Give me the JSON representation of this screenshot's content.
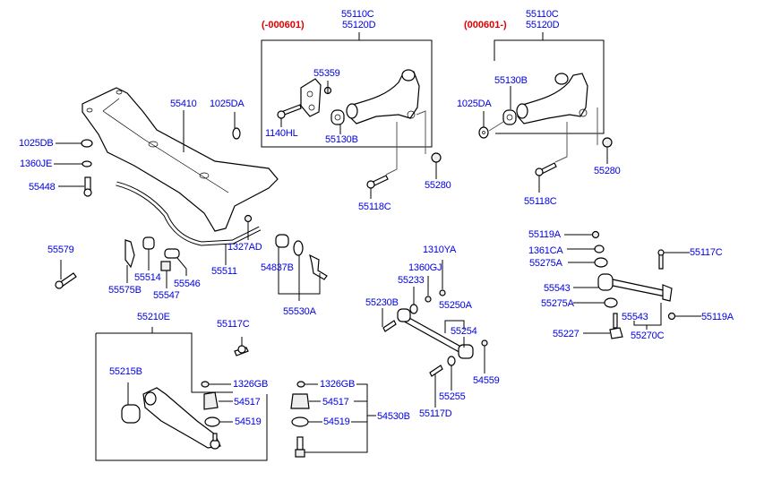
{
  "diagram": {
    "title": "Front suspension / crossmember parts diagram",
    "colors": {
      "part_number": "#0000e0",
      "date_range": "#e00000",
      "lines": "#000000"
    },
    "upper_arm_early": {
      "date_range": "(-000601)",
      "assembly": [
        "55110C",
        "55120D"
      ],
      "parts": {
        "nut": "55359",
        "bolt": "1140HL",
        "bushing": "55130B",
        "lower_bolt": "55118C",
        "lock_nut": "55280"
      }
    },
    "upper_arm_late": {
      "date_range": "(000601-)",
      "assembly": [
        "55110C",
        "55120D"
      ],
      "parts": {
        "bushing": "55130B",
        "washer": "1025DA",
        "lower_bolt": "55118C",
        "lock_nut": "55280"
      }
    },
    "crossmember": {
      "main": "55410",
      "washer_top": "1025DA",
      "washer": "1025DB",
      "washer_small": "1360JE",
      "bolt": "55448"
    },
    "stabilizer": {
      "bolt": "55579",
      "bar": "55511",
      "nut": "1327AD",
      "bracket": "55575B",
      "bushing": "55514",
      "bushing_small": "55547",
      "bushing_sleeve": "55546"
    },
    "stabilizer_link": {
      "assembly": "55530A",
      "bushing": "54837B"
    },
    "lower_arm": {
      "assembly": "55210E",
      "bushing": "55215B",
      "bolt": "55117C",
      "nut": "1326GB",
      "boot": "54517",
      "ring": "54519"
    },
    "ball_joint_kit": {
      "assembly": "54530B",
      "nut": "1326GB",
      "boot": "54517",
      "ring": "54519"
    },
    "trailing_link": {
      "nut_top": "1310YA",
      "nut": "1360GJ",
      "washer": "55233",
      "bolt": "55230B",
      "assembly": "55250A",
      "bushing": "55254",
      "nut_right": "54559",
      "washer_lower": "55255",
      "bolt_lower": "55117D"
    },
    "lateral_link": {
      "nut_top": "55119A",
      "washer_small": "1361CA",
      "washer_top": "55275A",
      "bolt_right": "55117C",
      "bushing": "55543",
      "washer_bottom": "55275A",
      "bushing_inner": "55543",
      "nut_right": "55119A",
      "eccentric_bolt": "55227",
      "assembly": "55270C"
    }
  }
}
